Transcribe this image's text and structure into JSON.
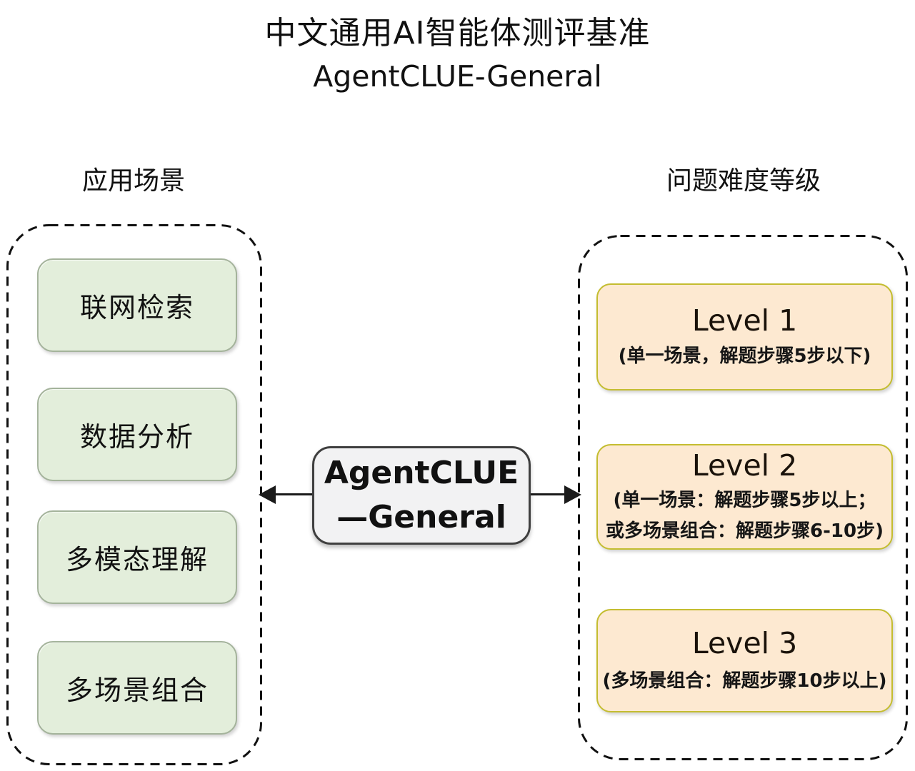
{
  "title": {
    "line1": "中文通用AI智能体测评基准",
    "line2": "AgentCLUE-General"
  },
  "left_column": {
    "label": "应用场景",
    "items": [
      {
        "label": "联网检索"
      },
      {
        "label": "数据分析"
      },
      {
        "label": "多模态理解"
      },
      {
        "label": "多场景组合"
      }
    ]
  },
  "center_node": {
    "line1": "AgentCLUE",
    "line2": "—General"
  },
  "right_column": {
    "label": "问题难度等级",
    "levels": [
      {
        "title": "Level 1",
        "desc_lines": [
          "(单一场景，解题步骤5步以下)"
        ]
      },
      {
        "title": "Level 2",
        "desc_lines": [
          "(单一场景：解题步骤5步以上；",
          "或多场景组合：解题步骤6-10步)"
        ]
      },
      {
        "title": "Level 3",
        "desc_lines": [
          "(多场景组合：解题步骤10步以上)"
        ]
      }
    ]
  },
  "colors": {
    "scenario_fill": "#e3eedb",
    "scenario_border": "#a4b39b",
    "level_fill": "#fde9d1",
    "level_border": "#c4bd30",
    "center_fill": "#f2f2f3",
    "center_border": "#3f3f3f",
    "dash": "#111111"
  }
}
